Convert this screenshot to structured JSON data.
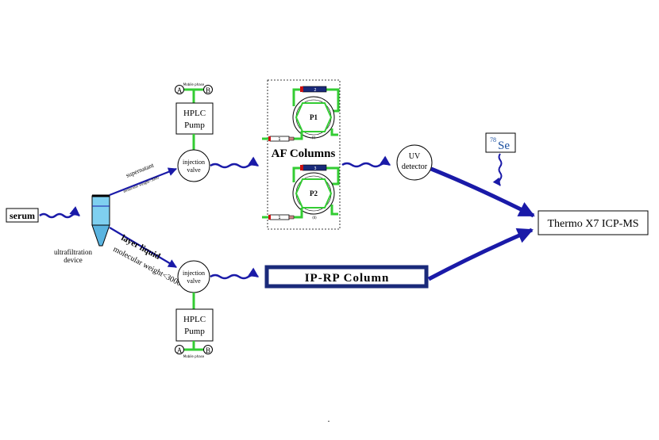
{
  "serum_label": "serum",
  "ultrafiltration_label_line1": "ultrafiltration",
  "ultrafiltration_label_line2": "device",
  "supernatant_label": "supernatant",
  "supernatant_mw_label": "molecular weight>3000",
  "layer_liquid_label": "layer liquid",
  "layer_mw_label": "molecular weight<3000",
  "top_mobile_phase": "Mobile phase",
  "bottom_mobile_phase": "Mobile phase",
  "solvent_a": "A",
  "solvent_b": "B",
  "hplc_line1": "HPLC",
  "hplc_line2": "Pump",
  "injection_line1": "injection",
  "injection_line2": "valve",
  "af_columns_label": "AF Columns",
  "p1_label": "P1",
  "p2_label": "P2",
  "column1_label": "1",
  "column2_label": "2",
  "column3_label": "3",
  "column_i_label": "(I)",
  "column_ii_label": "(II)",
  "uv_line1": "UV",
  "uv_line2": "detector",
  "se_mass": "78",
  "se_symbol": "Se",
  "icpms_label": "Thermo X7 ICP-MS",
  "iprp_label": "IP-RP Column",
  "stray_mark": ".",
  "colors": {
    "flow_arrow": "#1a1aa8",
    "tubing": "#33cc33",
    "vial": "#7fd0f0",
    "se_text": "#1a4fa0",
    "column_end": "#cc1111",
    "column_body": "#1a2a7a"
  }
}
